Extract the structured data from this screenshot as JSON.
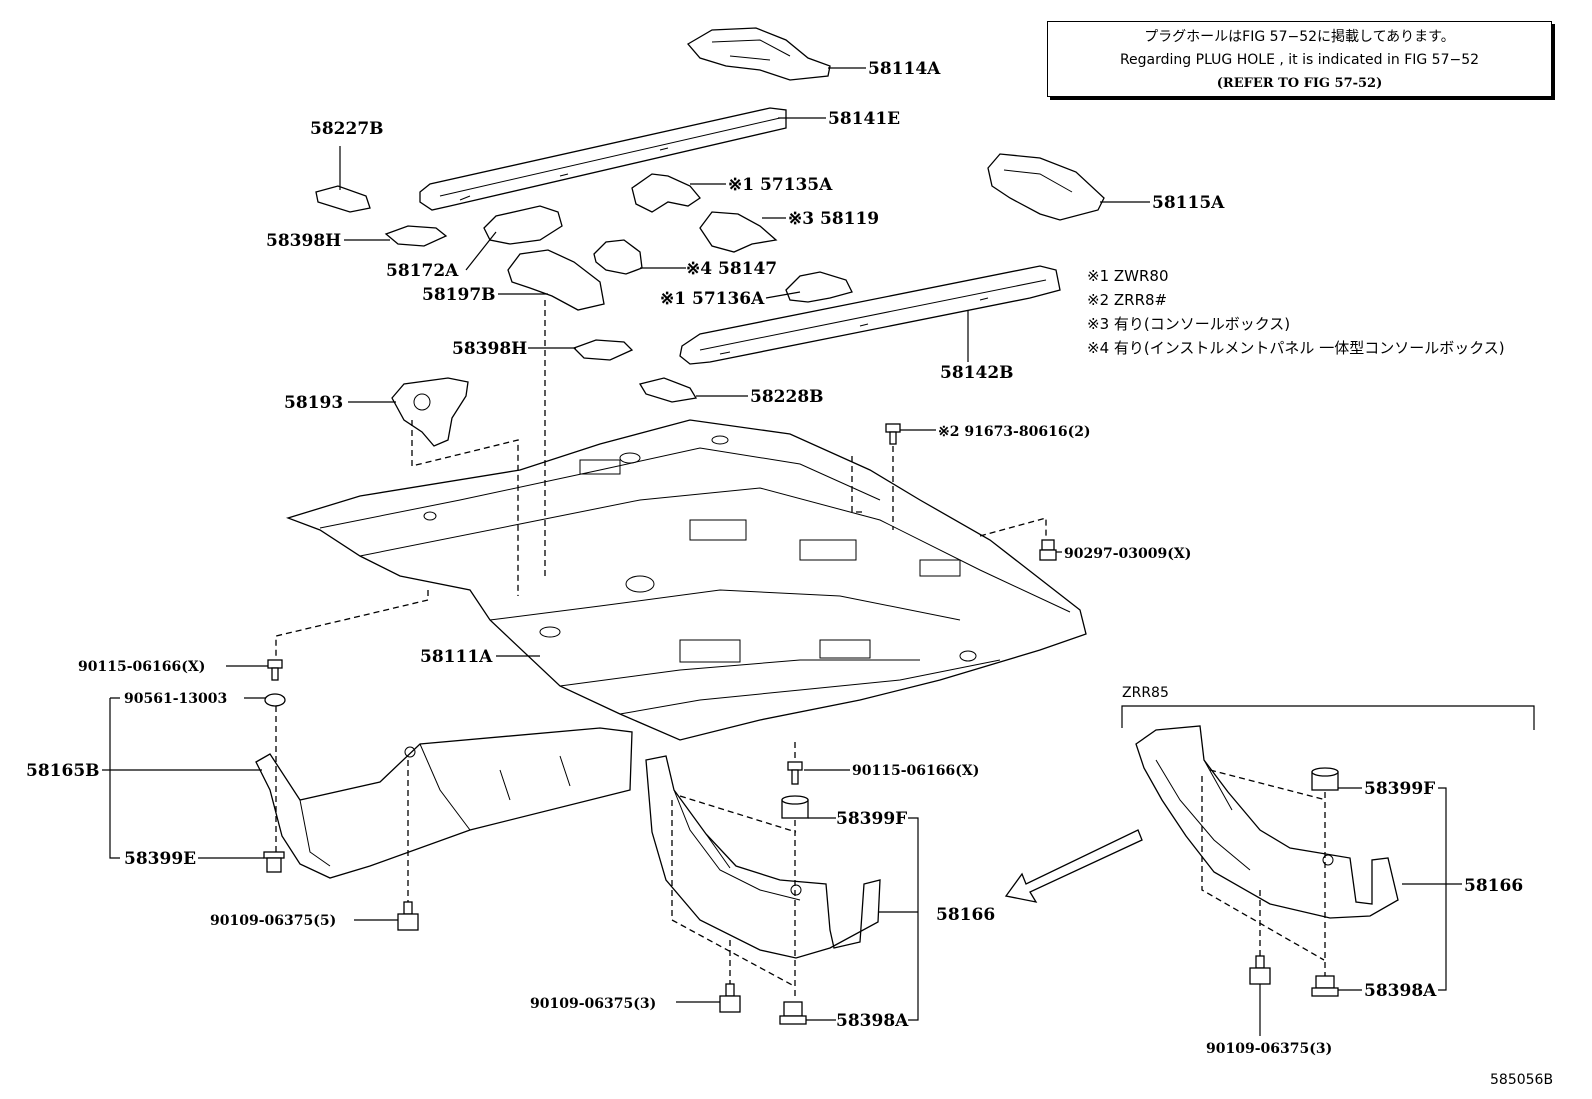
{
  "notice": {
    "line_jp": "プラグホールはFIG 57−52に掲載してあります。",
    "line_en": "Regarding  PLUG  HOLE , it is indicated in FIG  57−52",
    "line_ref": "(REFER TO FIG 57-52)"
  },
  "legend": [
    "※1 ZWR80",
    "※2 ZRR8#",
    "※3 有り(コンソールボックス)",
    "※4 有り(インストルメントパネル 一体型コンソールボックス)"
  ],
  "variant_label": "ZRR85",
  "figure_code": "585056B",
  "parts": {
    "p58114A": "58114A",
    "p58141E": "58141E",
    "p58227B": "58227B",
    "p57135A": "※1 57135A",
    "p58115A": "58115A",
    "p58119": "※3 58119",
    "p58398H_top": "58398H",
    "p58172A": "58172A",
    "p58147": "※4 58147",
    "p58197B": "58197B",
    "p57136A": "※1 57136A",
    "p58142B": "58142B",
    "p58398H_mid": "58398H",
    "p58228B": "58228B",
    "p58193": "58193",
    "p91673": "※2 91673-80616(2)",
    "p90297": "90297-03009(X)",
    "p58111A": "58111A",
    "p90115_left": "90115-06166(X)",
    "p90561": "90561-13003",
    "p58165B": "58165B",
    "p58399E": "58399E",
    "p90109_left": "90109-06375(5)",
    "p90115_center": "90115-06166(X)",
    "p58399F_center": "58399F",
    "p58166_center": "58166",
    "p90109_center": "90109-06375(3)",
    "p58398A_center": "58398A",
    "p58399F_right": "58399F",
    "p58166_right": "58166",
    "p58398A_right": "58398A",
    "p90109_right": "90109-06375(3)"
  }
}
